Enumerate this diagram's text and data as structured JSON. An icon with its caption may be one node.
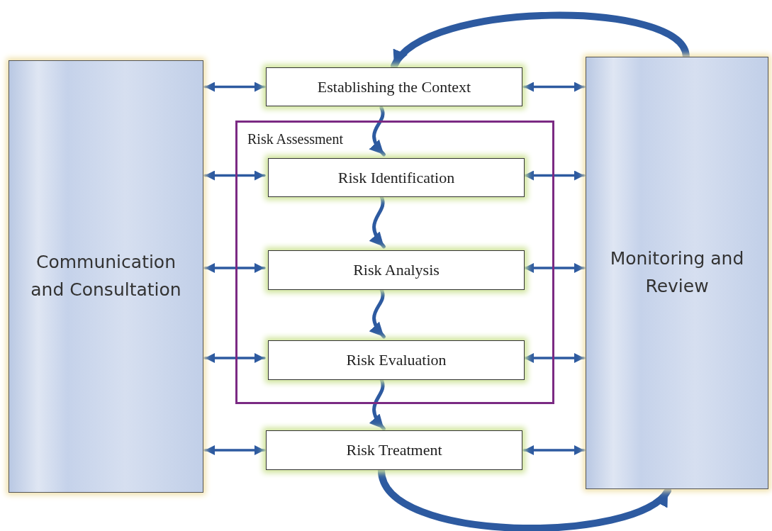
{
  "diagram": {
    "nodes": [
      {
        "text": [
          "Communication and Consultation"
        ]
      },
      {
        "text": [
          "Establishing the Context"
        ]
      },
      {
        "text": [
          "Risk Assessment"
        ]
      },
      {
        "text": [
          "Risk Identification"
        ],
        "in": 2
      },
      {
        "text": [
          "Risk Analysis"
        ],
        "in": 2
      },
      {
        "text": [
          "Risk Evaluation"
        ],
        "in": 2
      },
      {
        "text": [
          "Risk Treatment"
        ]
      },
      {
        "text": [
          "Monitoring and Review"
        ]
      }
    ],
    "edges": [
      {
        "from": 0,
        "to": 1,
        "arrow": "both"
      },
      {
        "from": 0,
        "to": 3,
        "arrow": "both"
      },
      {
        "from": 0,
        "to": 4,
        "arrow": "both"
      },
      {
        "from": 0,
        "to": 5,
        "arrow": "both"
      },
      {
        "from": 0,
        "to": 6,
        "arrow": "both"
      },
      {
        "from": 1,
        "to": 7,
        "arrow": "both"
      },
      {
        "from": 3,
        "to": 7,
        "arrow": "both"
      },
      {
        "from": 4,
        "to": 7,
        "arrow": "both"
      },
      {
        "from": 5,
        "to": 7,
        "arrow": "both"
      },
      {
        "from": 6,
        "to": 7,
        "arrow": "both"
      },
      {
        "from": 1,
        "to": 3,
        "arrow": "to"
      },
      {
        "from": 3,
        "to": 4,
        "arrow": "to"
      },
      {
        "from": 4,
        "to": 5,
        "arrow": "to"
      },
      {
        "from": 5,
        "to": 6,
        "arrow": "to"
      },
      {
        "from": 7,
        "to": 1,
        "arrow": "to",
        "style": "thick"
      },
      {
        "from": 6,
        "to": 7,
        "arrow": "to",
        "style": "thick"
      }
    ]
  }
}
